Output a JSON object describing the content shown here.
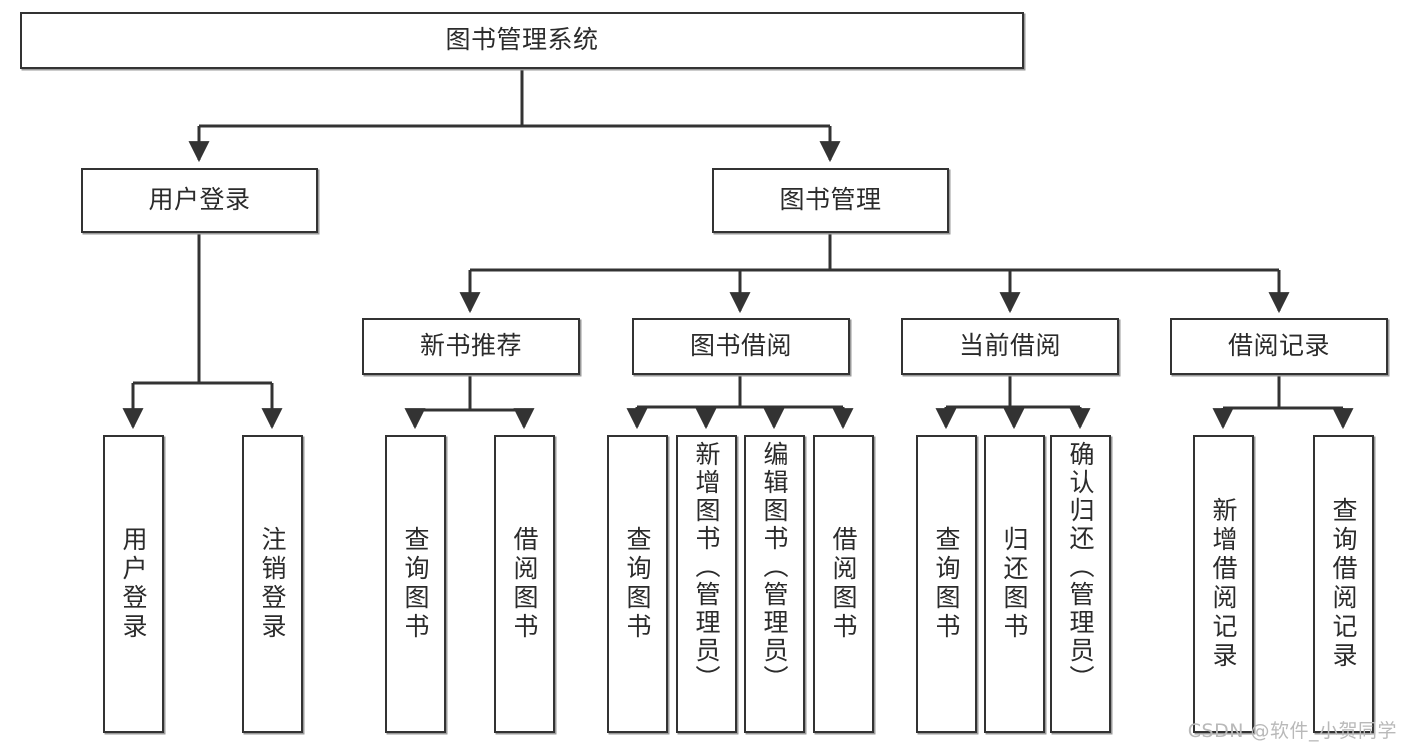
{
  "diagram": {
    "title": "图书管理系统",
    "type": "tree-diagram",
    "line_color": "#333333",
    "box_fill": "#ffffff",
    "text_color": "#2b2b2b",
    "watermark": "CSDN @软件_小贺同学"
  },
  "nodes": {
    "root": {
      "label": "图书管理系统"
    },
    "level2": [
      {
        "label": "用户登录"
      },
      {
        "label": "图书管理"
      }
    ],
    "level3": [
      {
        "label": "新书推荐"
      },
      {
        "label": "图书借阅"
      },
      {
        "label": "当前借阅"
      },
      {
        "label": "借阅记录"
      }
    ],
    "leaves_user_login": [
      {
        "label": "用户登录"
      },
      {
        "label": "注销登录"
      }
    ],
    "leaves_new_book": [
      {
        "label": "查询图书"
      },
      {
        "label": "借阅图书"
      }
    ],
    "leaves_borrow": [
      {
        "label": "查询图书"
      },
      {
        "label": "新增图书（管理员）"
      },
      {
        "label": "编辑图书（管理员）"
      },
      {
        "label": "借阅图书"
      }
    ],
    "leaves_current": [
      {
        "label": "查询图书"
      },
      {
        "label": "归还图书"
      },
      {
        "label": "确认归还（管理员）"
      }
    ],
    "leaves_records": [
      {
        "label": "新增借阅记录"
      },
      {
        "label": "查询借阅记录"
      }
    ]
  }
}
